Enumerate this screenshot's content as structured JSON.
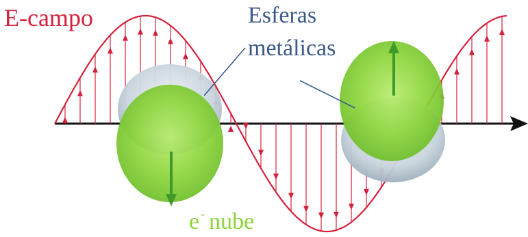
{
  "labels": {
    "e_field": "E-campo",
    "spheres_line1": "Esferas",
    "spheres_line2": "metálicas",
    "cloud_symbol": "e",
    "cloud_sup": "-",
    "cloud_word": "nube"
  },
  "colors": {
    "field_red": "#d4213b",
    "spheres_blue": "#3b5a8a",
    "cloud_green": "#8cd43a",
    "axis_black": "#111111",
    "metal_gray": "#c7d3dc"
  },
  "icons": [
    "wave-field-arrow-icon",
    "axis-arrow-icon",
    "sphere-icon"
  ]
}
